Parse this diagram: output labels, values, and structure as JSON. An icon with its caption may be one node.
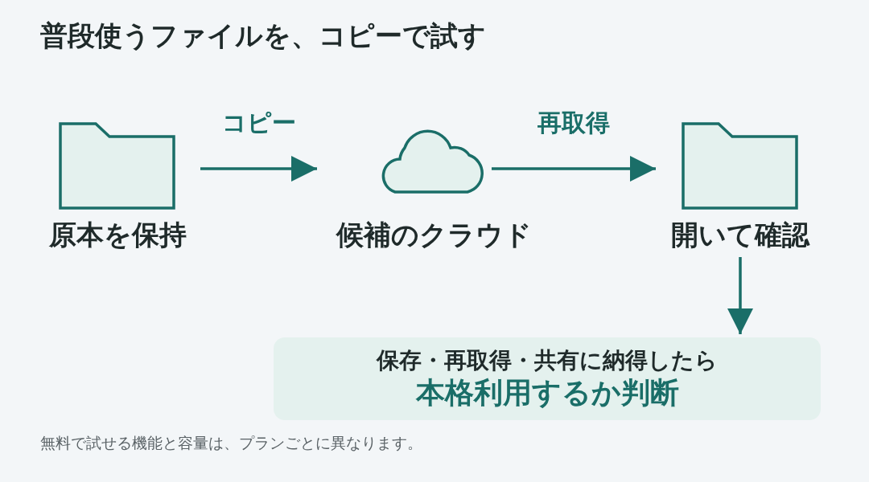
{
  "diagram": {
    "title": "普段使うファイルを、コピーで試す",
    "nodes": [
      {
        "text": [
          "原本を保持"
        ]
      },
      {
        "text": [
          "候補のクラウド"
        ]
      },
      {
        "text": [
          "開いて確認"
        ]
      },
      {
        "text": [
          "保存・再取得・共有に納得したら",
          "本格利用するか判断"
        ]
      }
    ],
    "edges": [
      {
        "from": 0,
        "to": 1,
        "arrow": "to",
        "label": "コピー"
      },
      {
        "from": 1,
        "to": 2,
        "arrow": "to",
        "label": "再取得"
      },
      {
        "from": 2,
        "to": 3,
        "arrow": "to"
      }
    ],
    "caption": "無料で試せる機能と容量は、プランごとに異なります。"
  }
}
